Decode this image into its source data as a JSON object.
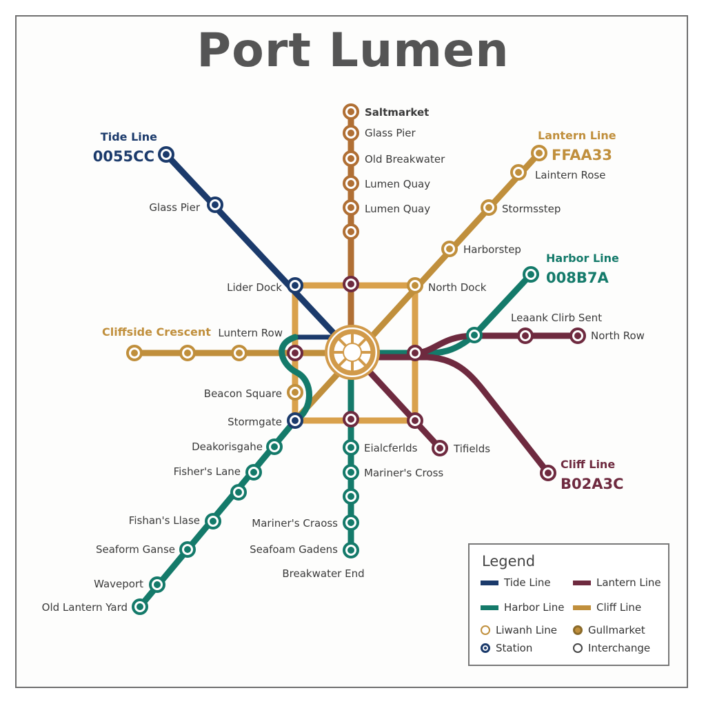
{
  "title": "Port Lumen",
  "colors": {
    "tide": "#1b3a6b",
    "harbor": "#147a6a",
    "cliff": "#6e2a3f",
    "lantern": "#c08f3c",
    "copper": "#b06f34",
    "hub": "#d19a4a"
  },
  "lines": {
    "tide": {
      "name": "Tide Line",
      "code": "0055CC"
    },
    "lantern": {
      "name": "Lantern Line",
      "code": "FFAA33"
    },
    "harbor": {
      "name": "Harbor Line",
      "code": "008B7A"
    },
    "cliff": {
      "name": "Cliff Line",
      "code": "B02A3C"
    },
    "cliffside": {
      "name": "Cliffside Crescent"
    }
  },
  "stations": {
    "saltmarket": "Saltmarket",
    "glass_pier_north": "Glass Pier",
    "old_breakwater": "Old Breakwater",
    "lumen_quay_1": "Lumen Quay",
    "lumen_quay_2": "Lumen Quay",
    "laintern_rose": "Laintern Rose",
    "stormsstep": "Stormsstep",
    "harborstep": "Harborstep",
    "north_dock": "North Dock",
    "glass_pier_west": "Glass Pier",
    "lider_dock": "Lider Dock",
    "luntern_row": "Luntern Row",
    "leaank": "Leaank Clirb Sent",
    "north_row": "North Row",
    "beacon_square": "Beacon Square",
    "stormgate": "Stormgate",
    "deakorisgahe": "Deakorisgahe",
    "fishers_lane": "Fisher's Lane",
    "fishans_llase": "Fishan's Llase",
    "seaform_ganse": "Seaform Ganse",
    "waveport": "Waveport",
    "old_lantern_yard": "Old Lantern Yard",
    "eialcferlds": "Eialcferlds",
    "mariners_cross": "Mariner's Cross",
    "mariners_craoss": "Mariner's Craoss",
    "seafoam_gadens": "Seafoam Gadens",
    "breakwater_end": "Breakwater End",
    "tifields": "Tifields"
  },
  "legend": {
    "title": "Legend",
    "items": {
      "tide": "Tide Line",
      "lantern": "Lantern Line",
      "harbor": "Harbor Line",
      "cliff": "Cliff Line",
      "liwanh": "Liwanh Line",
      "gullmarket": "Gullmarket",
      "station": "Station",
      "interchange": "Interchange"
    }
  }
}
